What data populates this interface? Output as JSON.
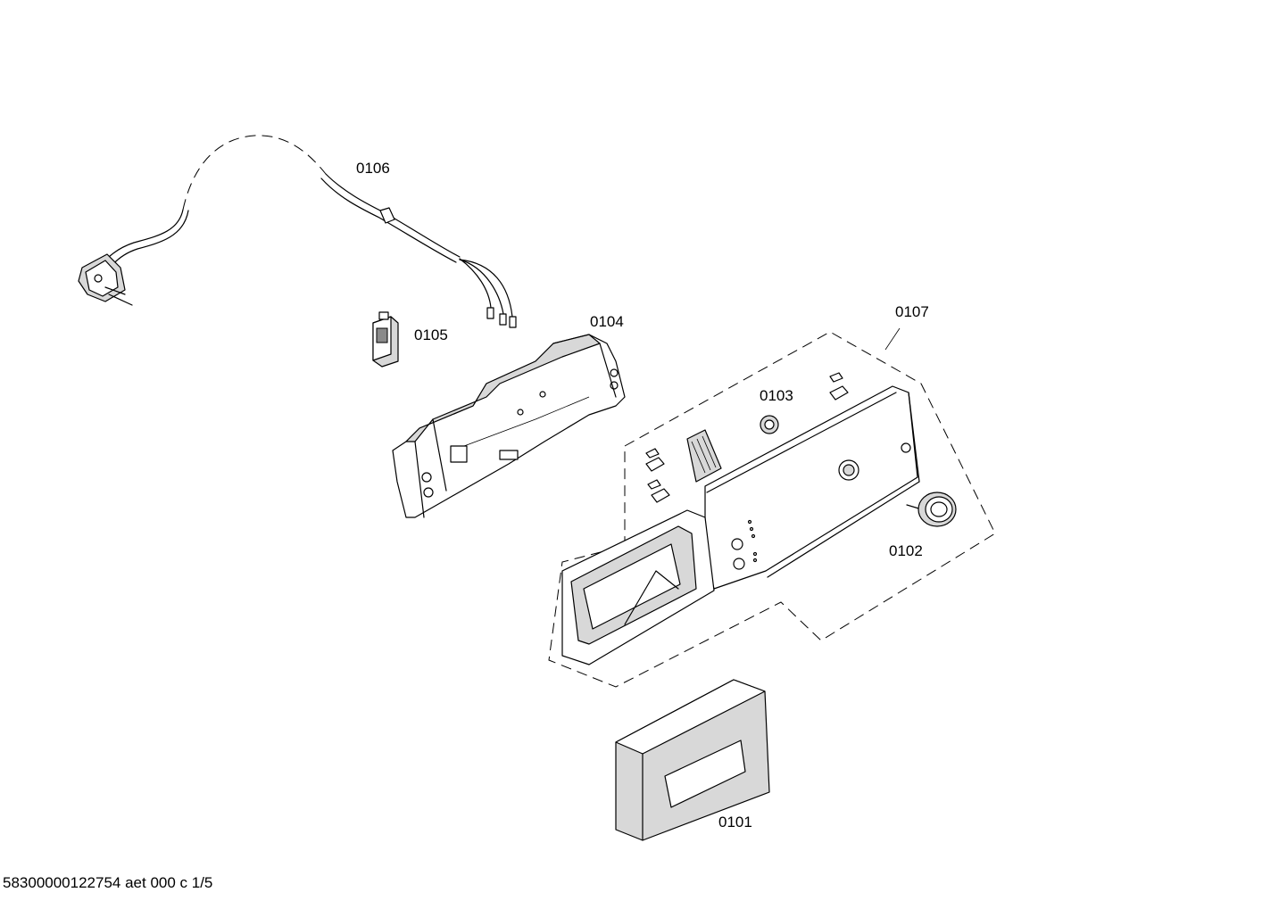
{
  "diagram": {
    "parts": [
      {
        "id": "p0101",
        "label": "0101"
      },
      {
        "id": "p0102",
        "label": "0102"
      },
      {
        "id": "p0103",
        "label": "0103"
      },
      {
        "id": "p0104",
        "label": "0104"
      },
      {
        "id": "p0105",
        "label": "0105"
      },
      {
        "id": "p0106",
        "label": "0106"
      },
      {
        "id": "p0107",
        "label": "0107"
      }
    ]
  },
  "footer": {
    "document_ref": "58300000122754 aet 000 c 1/5"
  }
}
